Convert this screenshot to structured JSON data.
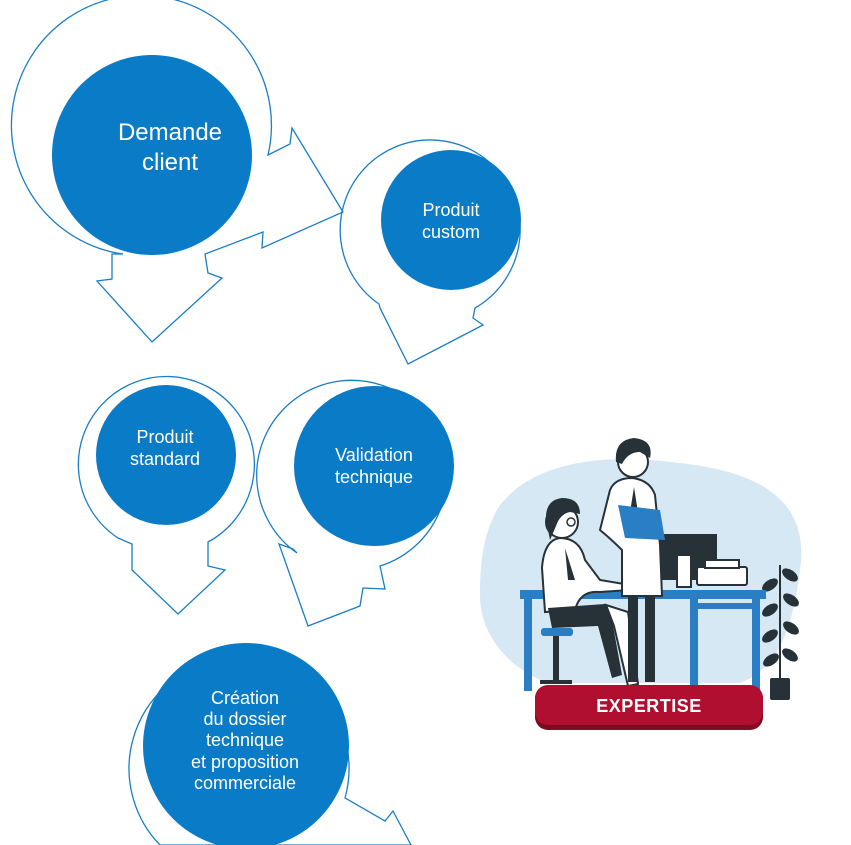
{
  "diagram": {
    "nodes": {
      "demande": [
        "Demande",
        "client"
      ],
      "custom": [
        "Produit",
        "custom"
      ],
      "standard": [
        "Produit",
        "standard"
      ],
      "validation": [
        "Validation",
        "technique"
      ],
      "creation": [
        "Création",
        "du dossier",
        "technique",
        "et proposition",
        "commerciale"
      ]
    }
  },
  "illustration": {
    "icon": "office-team-illustration",
    "badge_label": "EXPERTISE"
  },
  "colors": {
    "node_fill": "#0a7bc6",
    "outline": "#1a7ec7",
    "blob": "#d7e8f5",
    "badge": "#b00f2f",
    "desk_blue": "#2a7fc4",
    "dark": "#263238"
  }
}
